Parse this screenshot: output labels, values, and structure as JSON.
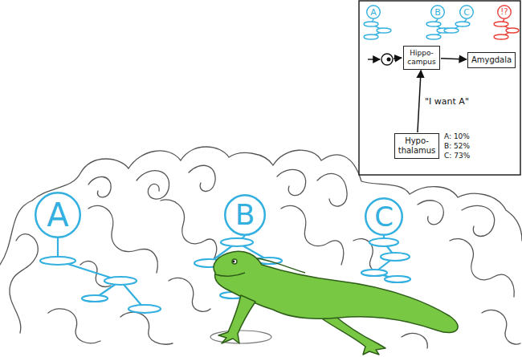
{
  "diagram": {
    "nodes": [
      {
        "text": [
          "A"
        ]
      },
      {
        "text": [
          "B"
        ]
      },
      {
        "text": [
          "C"
        ]
      },
      {
        "text": [
          "!?"
        ]
      },
      {
        "text": [
          "Hippo- campus"
        ]
      },
      {
        "text": [
          "Amygdala"
        ]
      },
      {
        "text": [
          "Hypo- thalamus"
        ]
      },
      {
        "text": [
          "A"
        ]
      },
      {
        "text": [
          "B"
        ]
      },
      {
        "text": [
          "C"
        ]
      }
    ],
    "edges": [
      {
        "from": 4,
        "to": 5,
        "arrow": "to"
      },
      {
        "from": 6,
        "to": 4,
        "label": "\"I want A\"",
        "arrow": "to"
      }
    ],
    "labels": [
      "A: 10%",
      "B: 52%",
      "C: 73%"
    ]
  }
}
